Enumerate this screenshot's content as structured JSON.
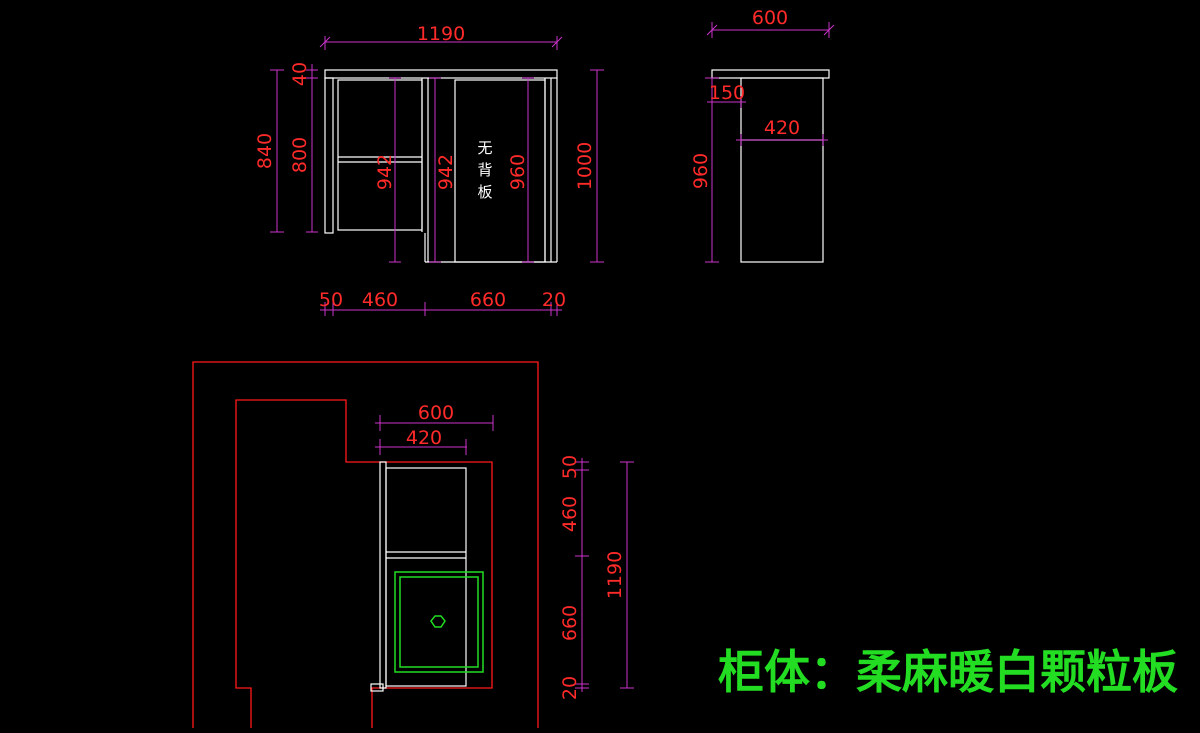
{
  "colors": {
    "background": "#000000",
    "outline": "#ffffff",
    "dimension_line": "#cc33cc",
    "dimension_text": "#ff2a2a",
    "room_wall": "#ff1a1a",
    "sink": "#22dd22",
    "caption": "#22dd22"
  },
  "front_view": {
    "dims": {
      "overall_width": "1190",
      "top_thickness": "40",
      "left_height": "840",
      "inner_height": "800",
      "shelf_height_left": "942",
      "shelf_height_right": "942",
      "door_height": "960",
      "overall_height": "1000",
      "bottom_50": "50",
      "bottom_460": "460",
      "bottom_660": "660",
      "bottom_20": "20"
    },
    "note": [
      "无",
      "背",
      "板"
    ]
  },
  "side_view": {
    "dims": {
      "top_width": "600",
      "recess": "150",
      "body_depth": "420",
      "height": "960"
    }
  },
  "plan_view": {
    "dims": {
      "width_600": "600",
      "width_420": "420",
      "seg_50": "50",
      "seg_460": "460",
      "seg_660": "660",
      "seg_20": "20",
      "overall_1190": "1190"
    }
  },
  "caption": "柜体：柔麻暖白颗粒板"
}
